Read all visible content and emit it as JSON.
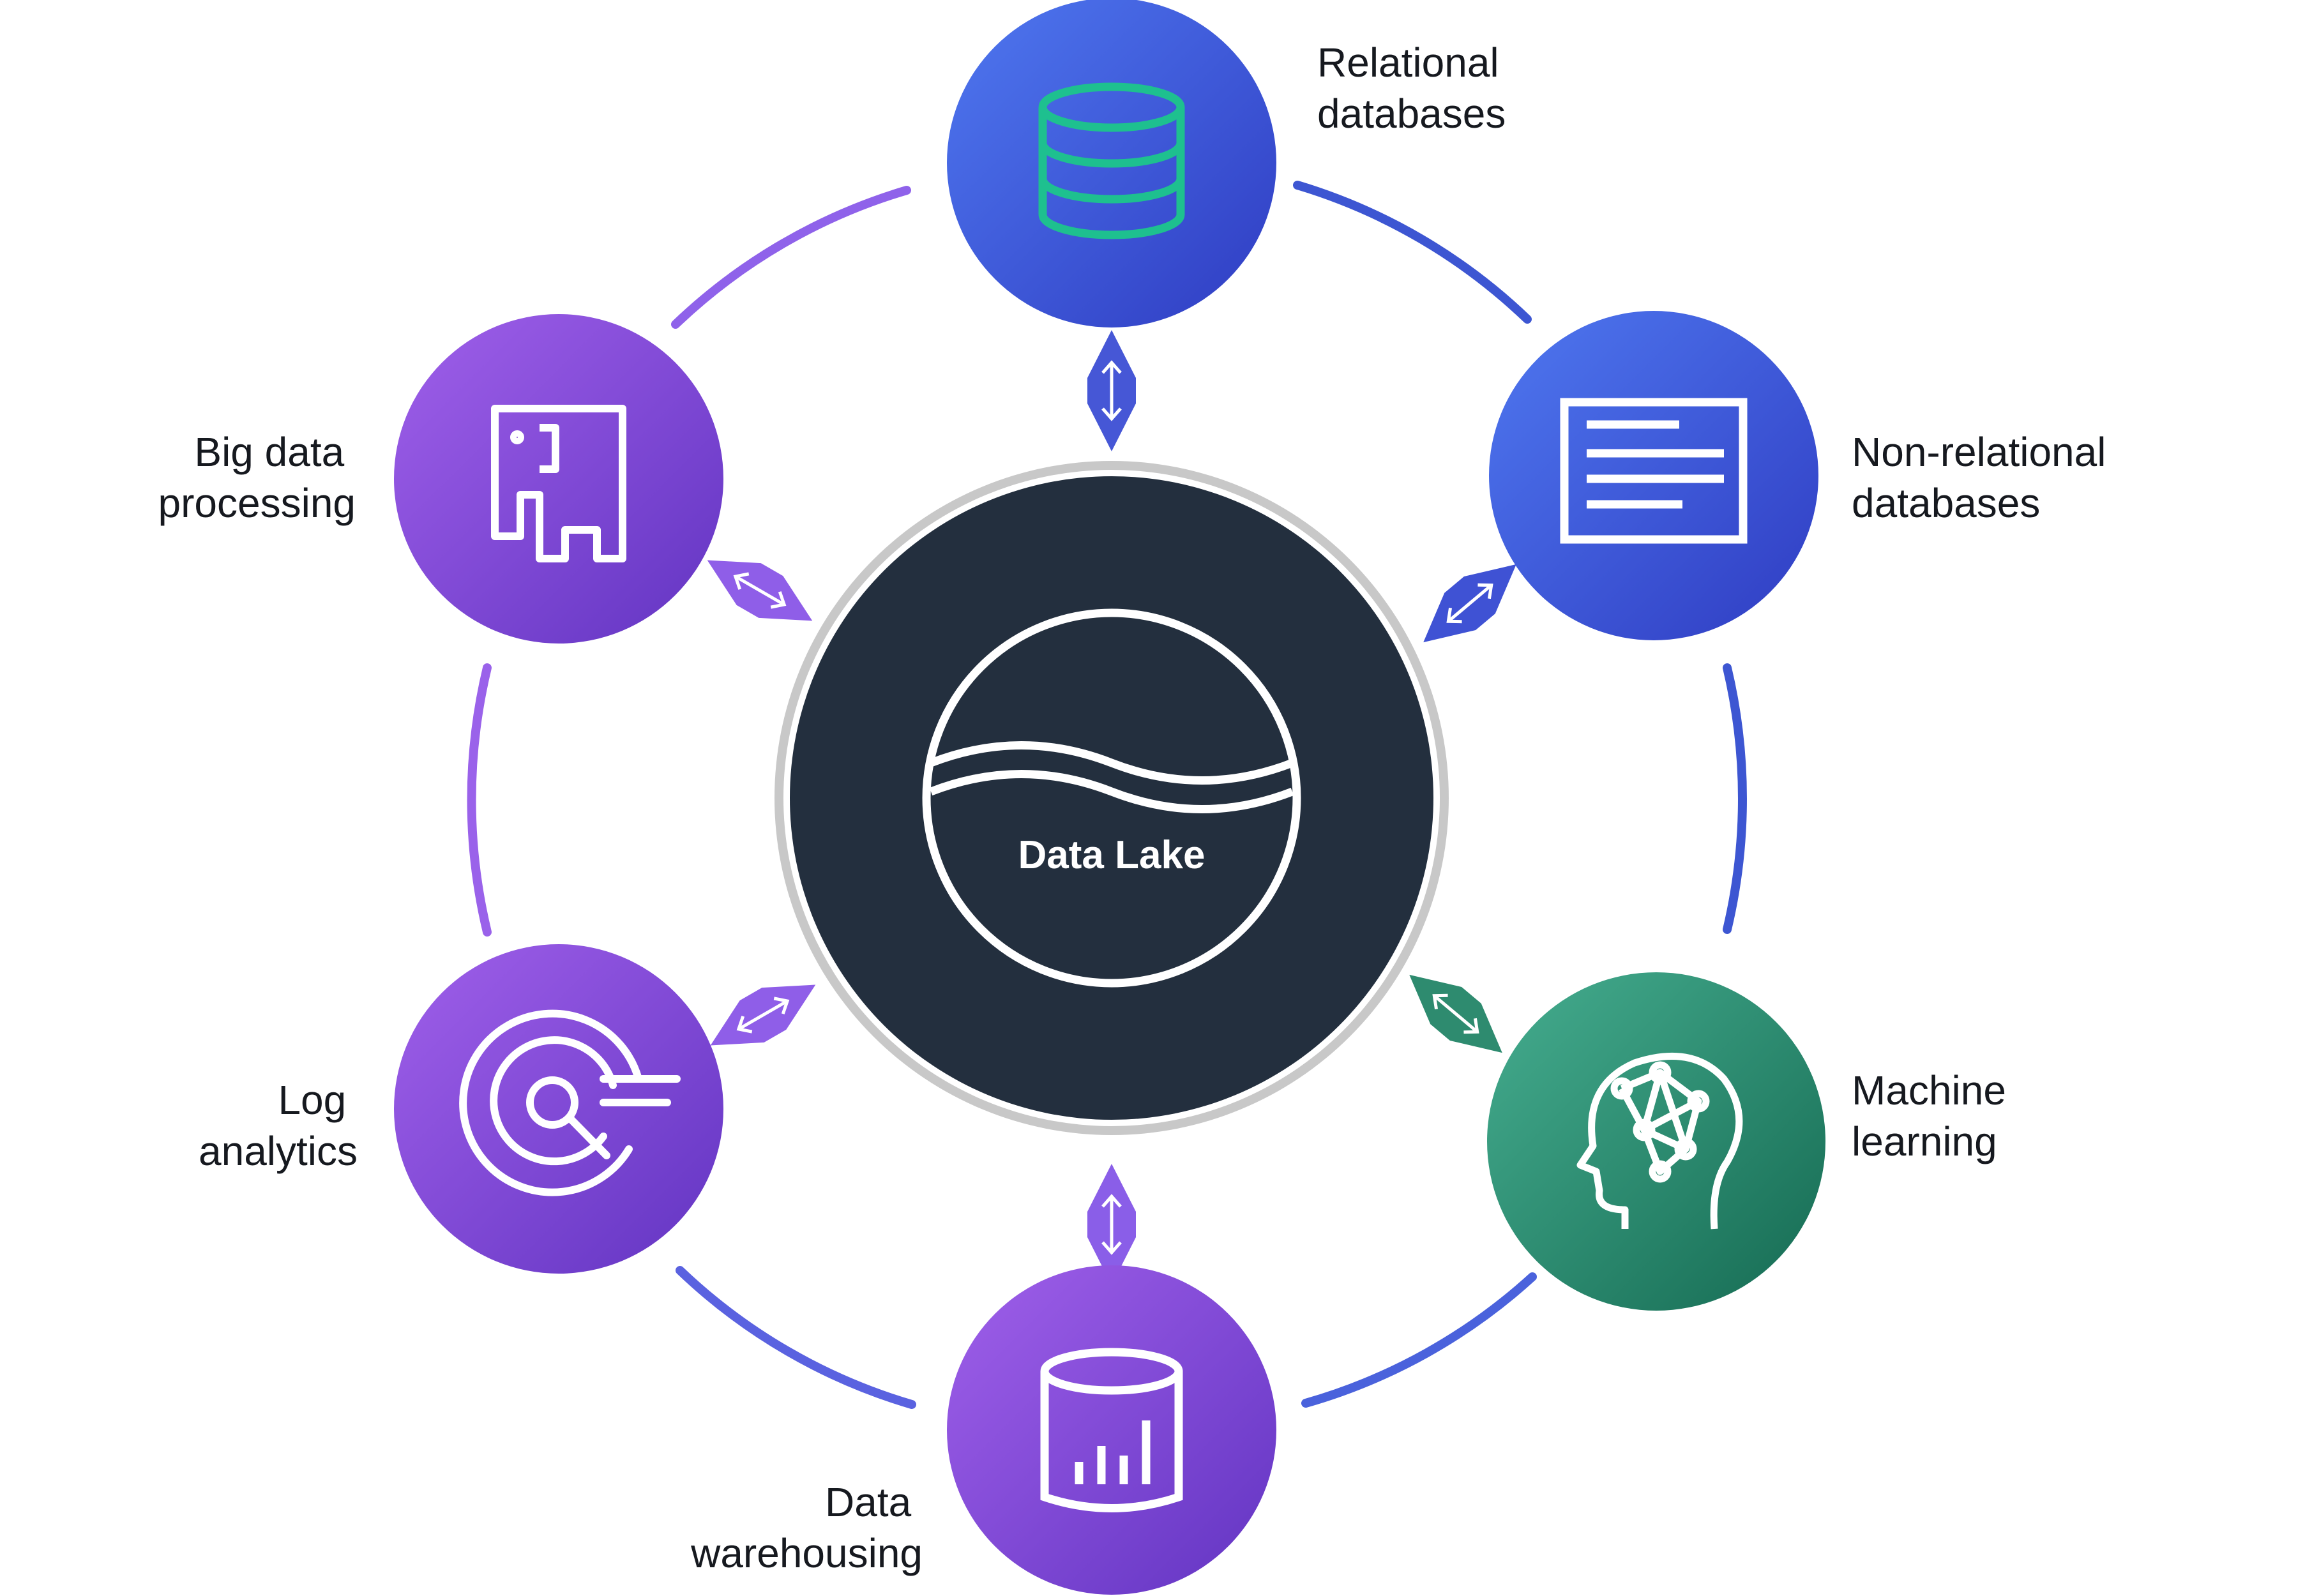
{
  "center": {
    "label": "Data Lake",
    "icon": "lake-icon",
    "fill": "#232f3e",
    "ring": "#c8c8c8"
  },
  "nodes": [
    {
      "id": "relational-databases",
      "lines": [
        "Relational",
        "databases"
      ],
      "icon": "database-icon",
      "gradient": [
        "#4a6fe8",
        "#3245c8"
      ],
      "icon_color": "#1ec08f"
    },
    {
      "id": "non-relational-databases",
      "lines": [
        "Non-relational",
        "databases"
      ],
      "icon": "document-icon",
      "gradient": [
        "#4a6fe8",
        "#3245c8"
      ],
      "icon_color": "#ffffff"
    },
    {
      "id": "machine-learning",
      "lines": [
        "Machine",
        "learning"
      ],
      "icon": "brain-head-icon",
      "gradient": [
        "#3fa88a",
        "#1a6f57"
      ],
      "icon_color": "#ffffff"
    },
    {
      "id": "data-warehousing",
      "lines": [
        "Data",
        "warehousing"
      ],
      "icon": "warehouse-chart-icon",
      "gradient": [
        "#9a5ee8",
        "#6a38c8"
      ],
      "icon_color": "#ffffff"
    },
    {
      "id": "log-analytics",
      "lines": [
        "Log",
        "analytics"
      ],
      "icon": "target-search-icon",
      "gradient": [
        "#9a5ee8",
        "#6a38c8"
      ],
      "icon_color": "#ffffff"
    },
    {
      "id": "big-data-processing",
      "lines": [
        "Big data",
        "processing"
      ],
      "icon": "elephant-icon",
      "gradient": [
        "#9a5ee8",
        "#6a38c8"
      ],
      "icon_color": "#ffffff"
    }
  ],
  "colors": {
    "arc_blue": "#4a5fd8",
    "arc_purple": "#8a5ee8",
    "arrow_green": "#2e8b6f",
    "text": "#16191f"
  }
}
